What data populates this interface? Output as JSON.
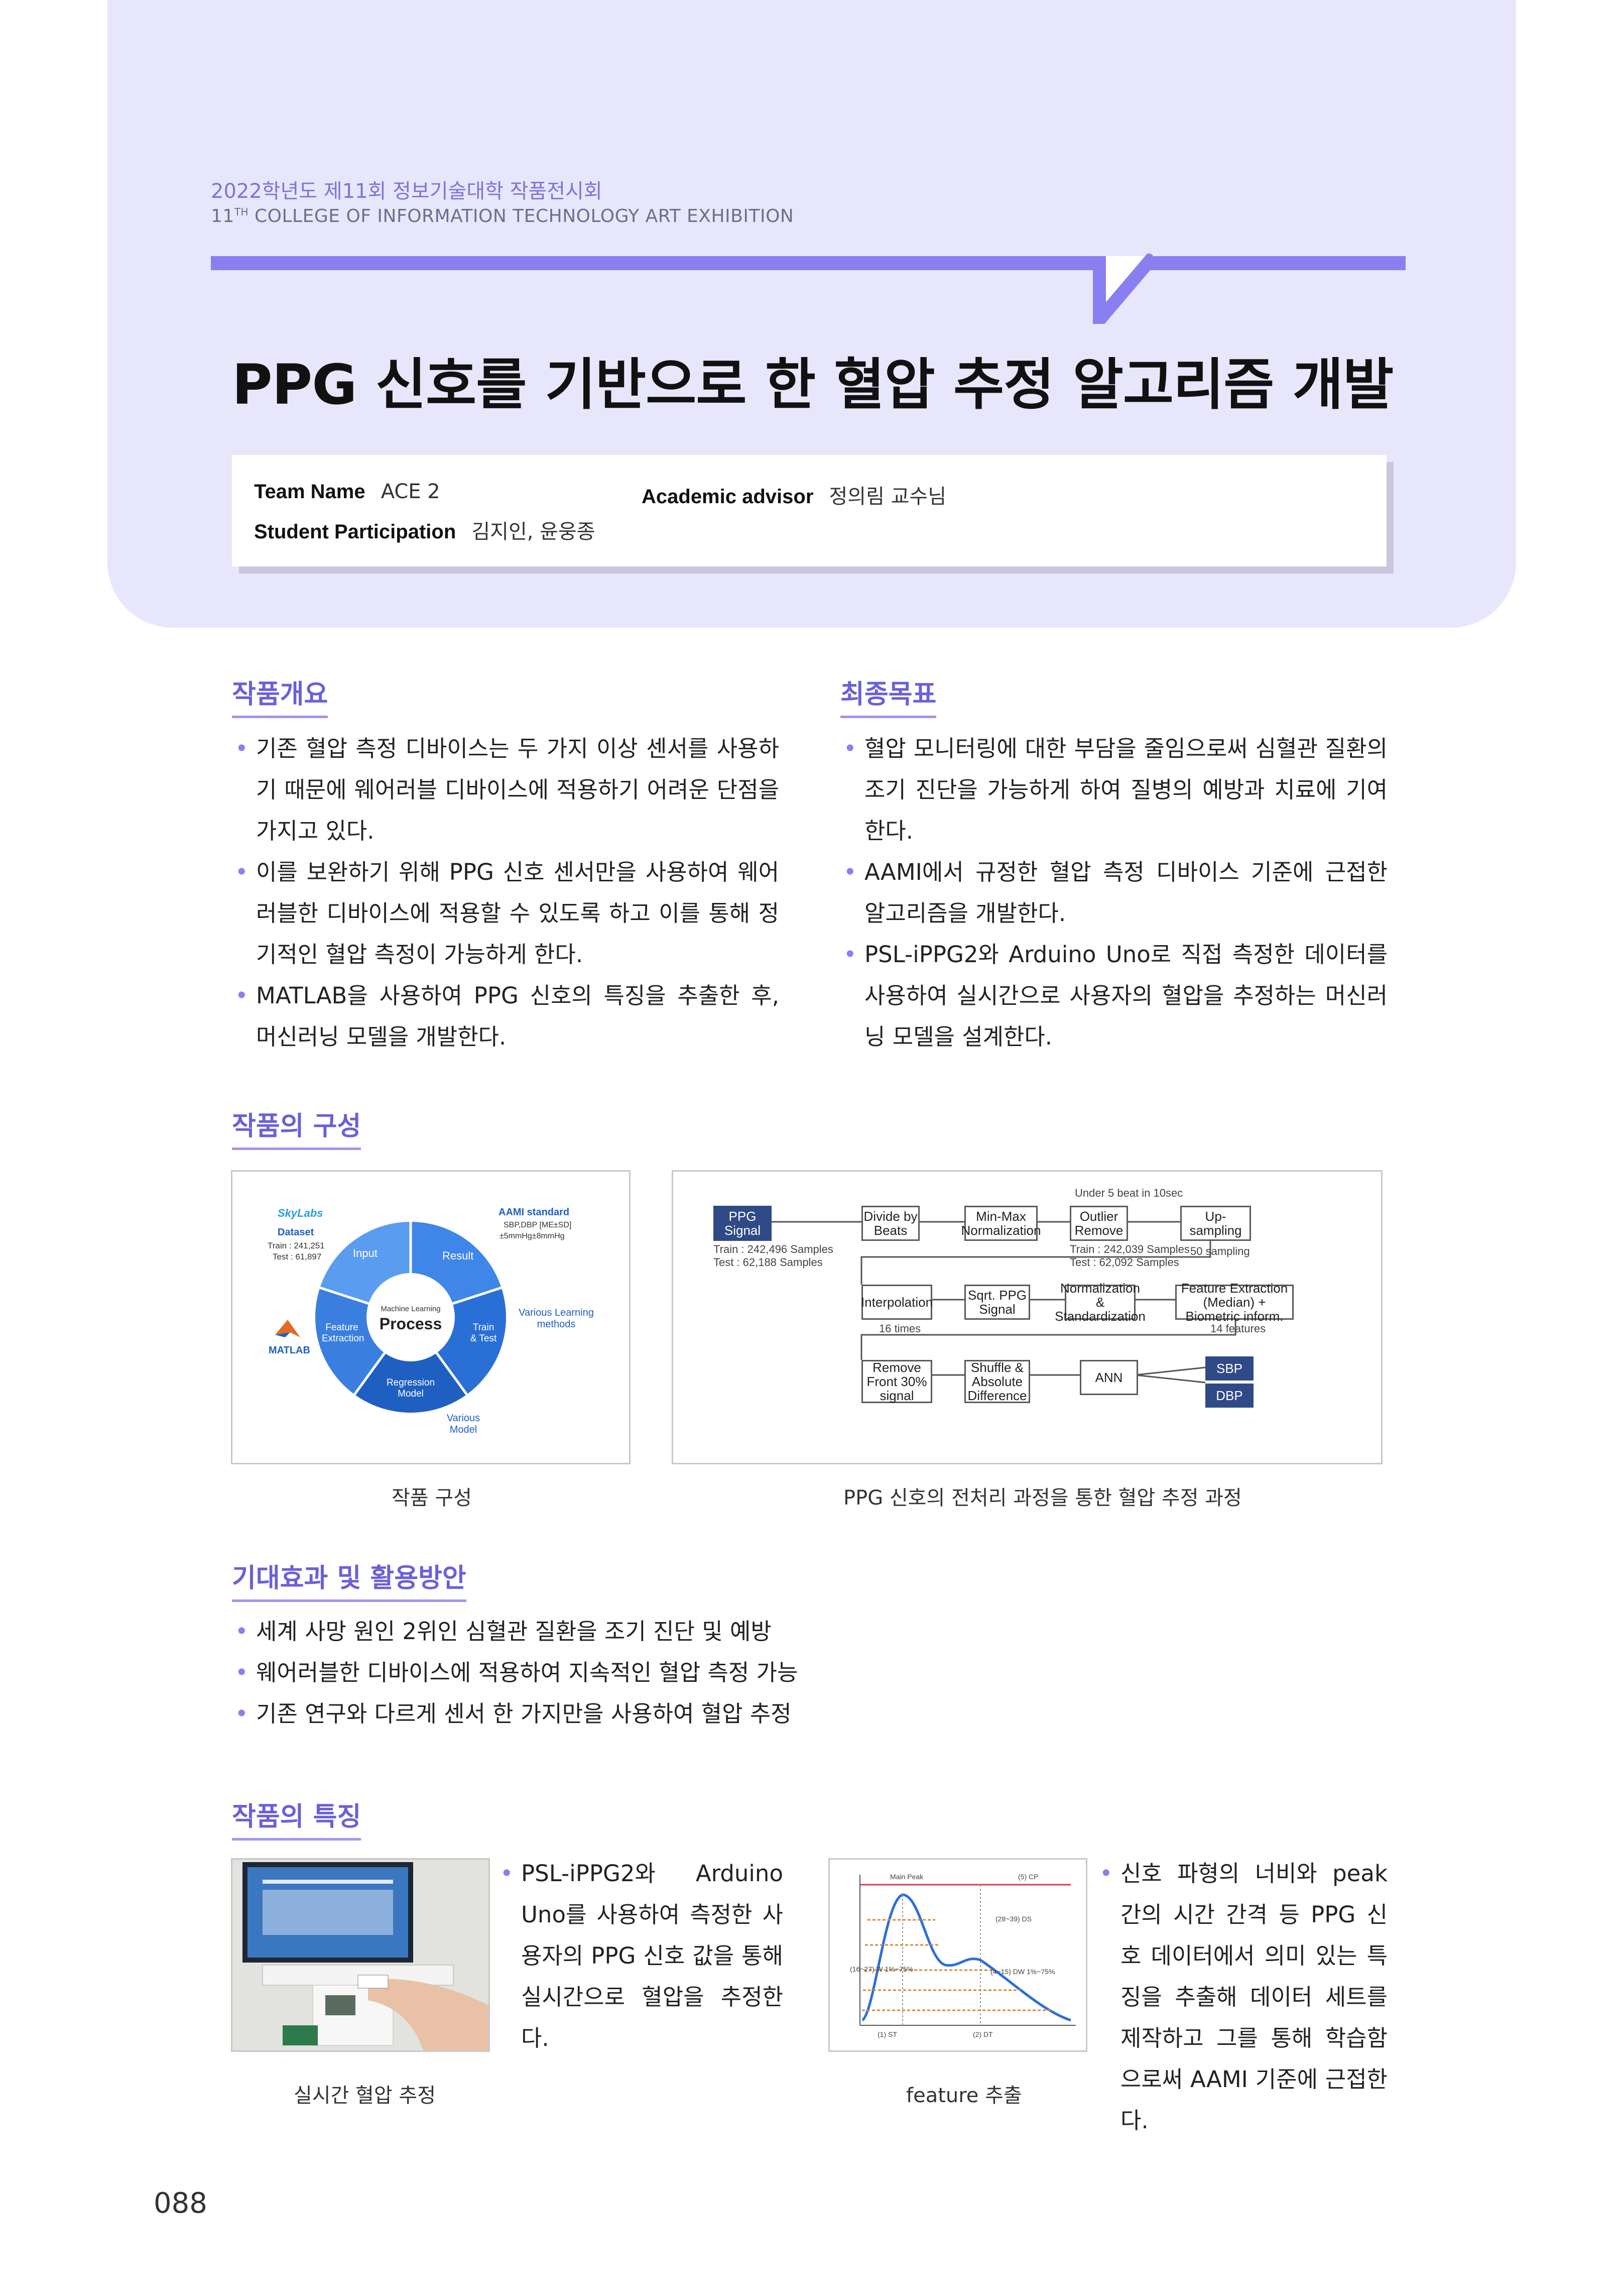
{
  "header": {
    "exhibition_kr": "2022학년도 제11회 정보기술대학 작품전시회",
    "exhibition_en_num": "11",
    "exhibition_en_sup": "TH",
    "exhibition_en": "COLLEGE OF INFORMATION TECHNOLOGY ART EXHIBITION",
    "title": "PPG 신호를 기반으로 한 혈압 추정 알고리즘 개발"
  },
  "info": {
    "team_label": "Team Name",
    "team_value": "ACE 2",
    "advisor_label": "Academic advisor",
    "advisor_value": "정의림 교수님",
    "students_label": "Student Participation",
    "students_value": "김지인, 윤웅종"
  },
  "overview": {
    "title": "작품개요",
    "items": [
      "기존 혈압 측정 디바이스는 두 가지 이상 센서를 사용하기 때문에 웨어러블 디바이스에 적용하기 어려운 단점을 가지고 있다.",
      "이를 보완하기 위해 PPG 신호 센서만을 사용하여 웨어러블한 디바이스에 적용할 수 있도록 하고 이를 통해 정기적인 혈압 측정이 가능하게 한다.",
      "MATLAB을 사용하여 PPG 신호의 특징을 추출한 후, 머신러닝 모델을 개발한다."
    ]
  },
  "goal": {
    "title": "최종목표",
    "items": [
      "혈압 모니터링에 대한 부담을 줄임으로써 심혈관 질환의 조기 진단을 가능하게 하여 질병의 예방과 치료에 기여한다.",
      "AAMI에서 규정한 혈압 측정 디바이스 기준에 근접한 알고리즘을 개발한다.",
      "PSL-iPPG2와 Arduino Uno로 직접 측정한 데이터를 사용하여 실시간으로 사용자의 혈압을 추정하는 머신러닝 모델을 설계한다."
    ]
  },
  "composition": {
    "title": "작품의 구성",
    "caption_left": "작품 구성",
    "caption_right": "PPG 신호의 전처리 과정을 통한 혈압 추정 과정",
    "cycle": {
      "skylabs": "SkyLabs",
      "dataset": "Dataset",
      "train": "Train : 241,251",
      "test": "Test : 61,897",
      "aami": "AAMI standard",
      "aami2": "SBP,DBP [ME±SD]",
      "aami3": "±5mmHg±8mmHg",
      "input": "Input",
      "result": "Result",
      "center_small": "Machine Learning",
      "center": "Process",
      "feature": "Feature Extraction",
      "train_test": "Train & Test",
      "regression": "Regression Model",
      "various_learning": "Various Learning methods",
      "various_model": "Various Model",
      "matlab": "MATLAB"
    },
    "flow": {
      "under": "Under 5 beat in 10sec",
      "ppg": "PPG Signal",
      "divide": "Divide by Beats",
      "minmax": "Min-Max Normalization",
      "outlier": "Outlier Remove",
      "upsampling": "Up-sampling",
      "train1": "Train : 242,496 Samples",
      "test1": "Test : 62,188 Samples",
      "train2": "Train : 242,039 Samples",
      "test2": "Test : 62,092 Samples",
      "fifty": "50 sampling",
      "interp": "Interpolation",
      "sixteen": "16 times",
      "sqrt": "Sqrt. PPG Signal",
      "norm": "Normalization & Standardization",
      "featext": "Feature Extraction (Median) + Biometric inform.",
      "fourteen": "14 features",
      "remove": "Remove Front 30% signal",
      "shuffle": "Shuffle & Absolute Difference",
      "ann": "ANN",
      "sbp": "SBP",
      "dbp": "DBP"
    }
  },
  "effects": {
    "title": "기대효과 및 활용방안",
    "items": [
      "세계 사망 원인 2위인 심혈관 질환을 조기 진단 및 예방",
      "웨어러블한 디바이스에 적용하여 지속적인 혈압 측정 가능",
      "기존 연구와 다르게 센서 한 가지만을 사용하여 혈압 추정"
    ]
  },
  "features": {
    "title": "작품의 특징",
    "text1": "PSL-iPPG2와 Arduino Uno를 사용하여 측정한 사용자의 PPG 신호 값을 통해 실시간으로 혈압을 추정한다.",
    "text2": "신호 파형의 너비와 peak 간의 시간 간격 등 PPG 신호 데이터에서 의미 있는 특징을 추출해 데이터 세트를 제작하고 그를 통해 학습함으로써 AAMI 기준에 근접한다.",
    "caption1": "실시간 혈압 추정",
    "caption2": "feature 추출",
    "plot_main_peak": "Main Peak",
    "plot_cp": "(5) CP",
    "plot_ds": "(28~39) DS",
    "plot_w": "(16~27) W 1%~75%",
    "plot_dw": "(4~15) DW 1%~75%",
    "plot_st": "(1) ST",
    "plot_dt": "(2) DT"
  },
  "page_number": "088"
}
